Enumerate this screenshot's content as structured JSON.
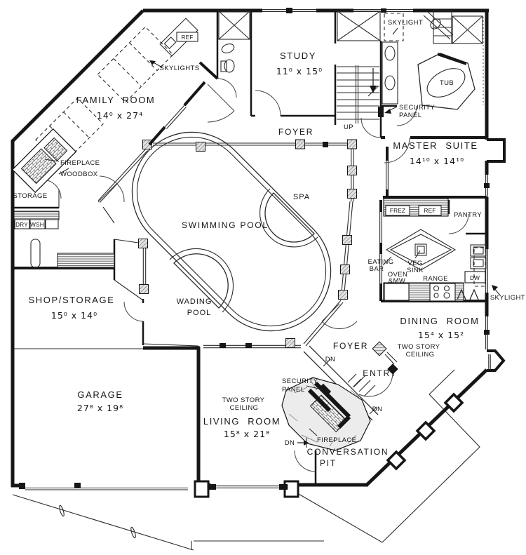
{
  "rooms": {
    "family": {
      "name": "FAMILY ROOM",
      "dims": "14⁰ x 27⁴"
    },
    "study": {
      "name": "STUDY",
      "dims": "11⁰ x 15⁰"
    },
    "master": {
      "name": "MASTER SUITE",
      "dims": "14¹⁰ x 14¹⁰"
    },
    "shop": {
      "name": "SHOP/STORAGE",
      "dims": "15⁰ x 14⁰"
    },
    "dining": {
      "name": "DINING ROOM",
      "dims": "15⁴ x 15²"
    },
    "garage": {
      "name": "GARAGE",
      "dims": "27⁸ x 19⁸"
    },
    "living": {
      "name": "LIVING ROOM",
      "dims": "15⁸ x 21⁸"
    }
  },
  "areas": {
    "foyer_upper": "FOYER",
    "foyer_lower": "FOYER",
    "entry": "ENTRY",
    "storage": "STORAGE",
    "pantry": "PANTRY",
    "spa": "SPA",
    "swimming_pool": "SWIMMING POOL",
    "wading1": "WADING",
    "wading2": "POOL",
    "conversation1": "CONVERSATION",
    "conversation2": "PIT"
  },
  "fixtures": {
    "ref_family": "REF",
    "ref_kitchen": "REF",
    "frez": "FREZ",
    "dry": "DRY",
    "wsh": "WSH",
    "tub": "TUB",
    "range": "RANGE",
    "dw": "DW",
    "oven1": "OVEN",
    "oven2": "&MW",
    "veg1": "VEG",
    "veg2": "SINK",
    "eating1": "EATING",
    "eating2": "BAR",
    "fireplace_family": "FIREPLACE",
    "woodbox": "WOODBOX",
    "fireplace_pit": "FIREPLACE"
  },
  "annotations": {
    "skylights": "SKYLIGHTS",
    "skylight_bath": "SKYLIGHT",
    "skylight_kitchen": "SKYLIGHT",
    "security1a": "SECURITY",
    "security1b": "PANEL",
    "security2a": "SECURITY",
    "security2b": "PANEL",
    "two_story_dining1": "TWO STORY",
    "two_story_dining2": "CEILING",
    "two_story_living1": "TWO STORY",
    "two_story_living2": "CEILING",
    "up": "UP",
    "dn_walk": "DN",
    "dn_entry": "DN",
    "dn_living": "DN"
  },
  "colors": {
    "ink": "#1a1a1a",
    "paper": "#ffffff",
    "hatch": "#777777",
    "stone": "#ececec"
  }
}
